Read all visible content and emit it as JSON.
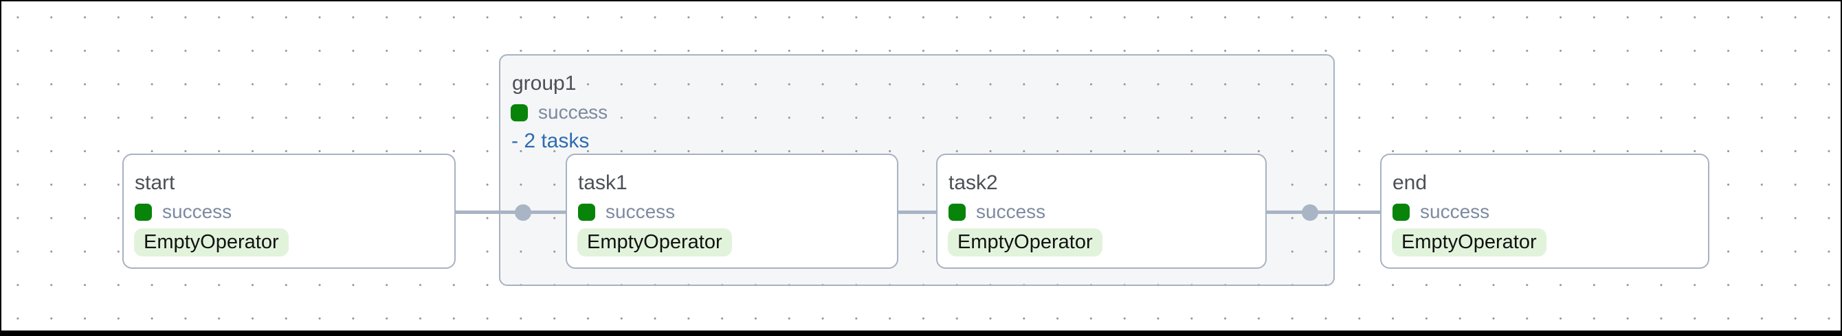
{
  "colors": {
    "canvas_bg": "#ffffff",
    "grid_dot": "#97979b",
    "frame": "#000000",
    "node_bg": "#ffffff",
    "node_border": "#a7b2c3",
    "edge": "#a9b4c5",
    "group_bg": "#f5f6f7",
    "title_text": "#4c5057",
    "status_text": "#7d8aa0",
    "success_green": "#078409",
    "link_blue": "#2d6cb3",
    "operator_pill_bg": "#e2f3dc",
    "operator_text": "#121212"
  },
  "group": {
    "title": "group1",
    "status": "success",
    "toggle_label": "- 2 tasks"
  },
  "nodes": [
    {
      "id": "start",
      "title": "start",
      "status": "success",
      "operator": "EmptyOperator"
    },
    {
      "id": "task1",
      "title": "task1",
      "status": "success",
      "operator": "EmptyOperator"
    },
    {
      "id": "task2",
      "title": "task2",
      "status": "success",
      "operator": "EmptyOperator"
    },
    {
      "id": "end",
      "title": "end",
      "status": "success",
      "operator": "EmptyOperator"
    }
  ],
  "edges": [
    {
      "from": "start",
      "to": "task1"
    },
    {
      "from": "task1",
      "to": "task2"
    },
    {
      "from": "task2",
      "to": "end"
    }
  ]
}
